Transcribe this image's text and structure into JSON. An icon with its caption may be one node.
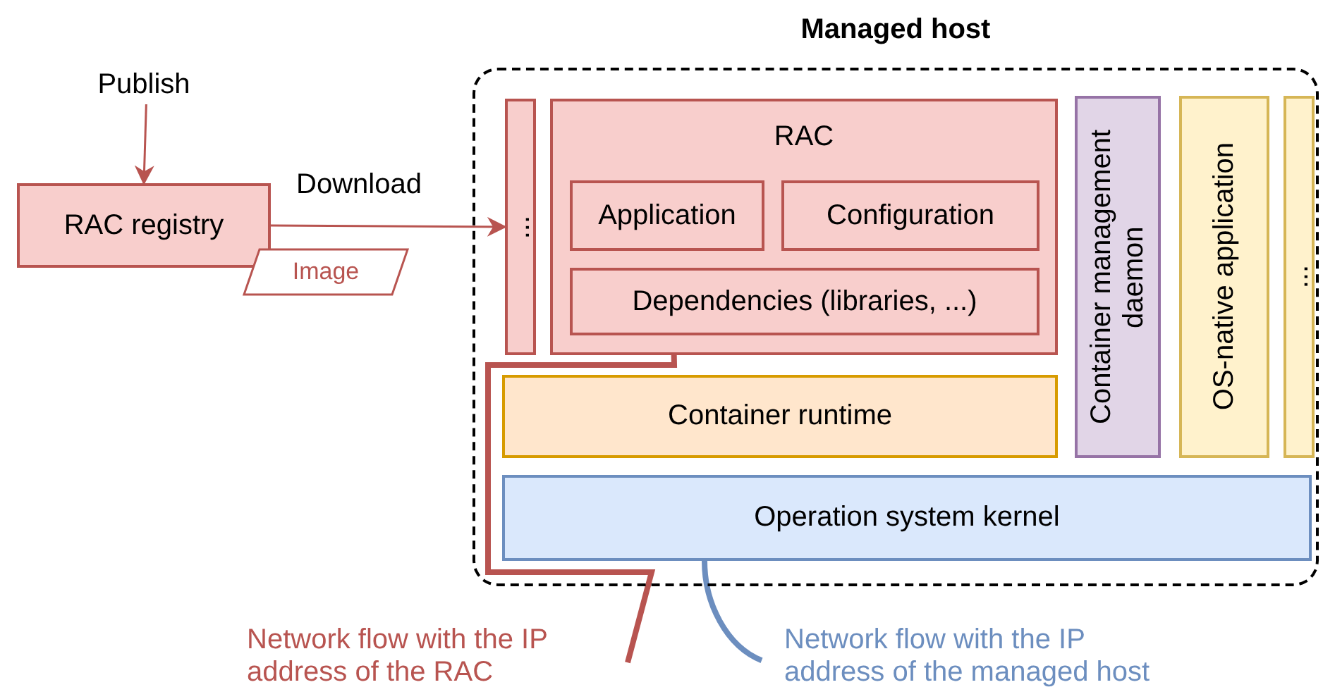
{
  "diagram": {
    "nodes": [
      {
        "text": [
          "Publish"
        ]
      },
      {
        "text": [
          "RAC registry"
        ]
      },
      {
        "text": [
          "Image"
        ]
      },
      {
        "text": [
          "Managed host"
        ]
      },
      {
        "text": [
          "..."
        ],
        "in": 3
      },
      {
        "text": [
          "RAC"
        ],
        "in": 3
      },
      {
        "text": [
          "Application"
        ],
        "in": 5
      },
      {
        "text": [
          "Configuration"
        ],
        "in": 5
      },
      {
        "text": [
          "Dependencies (libraries, ...)"
        ],
        "in": 5
      },
      {
        "text": [
          "Container runtime"
        ],
        "in": 3
      },
      {
        "text": [
          "Container management daemon"
        ],
        "in": 3
      },
      {
        "text": [
          "OS-native application"
        ],
        "in": 3
      },
      {
        "text": [
          "..."
        ],
        "in": 3
      },
      {
        "text": [
          "Operation system kernel"
        ],
        "in": 3
      },
      {
        "text": [
          "Network flow with the IP address of the RAC"
        ]
      },
      {
        "text": [
          "Network flow with the IP address of the managed host"
        ]
      }
    ],
    "edges": [
      {
        "from": 0,
        "to": 1,
        "arrow": "to"
      },
      {
        "from": 1,
        "to": 4,
        "arrow": "to",
        "label": "Download"
      },
      {
        "from": 5,
        "to": 14,
        "arrow": "none",
        "style": "thick"
      },
      {
        "from": 13,
        "to": 15,
        "arrow": "none",
        "style": "thick",
        "color": "#6c8ebf"
      }
    ]
  }
}
